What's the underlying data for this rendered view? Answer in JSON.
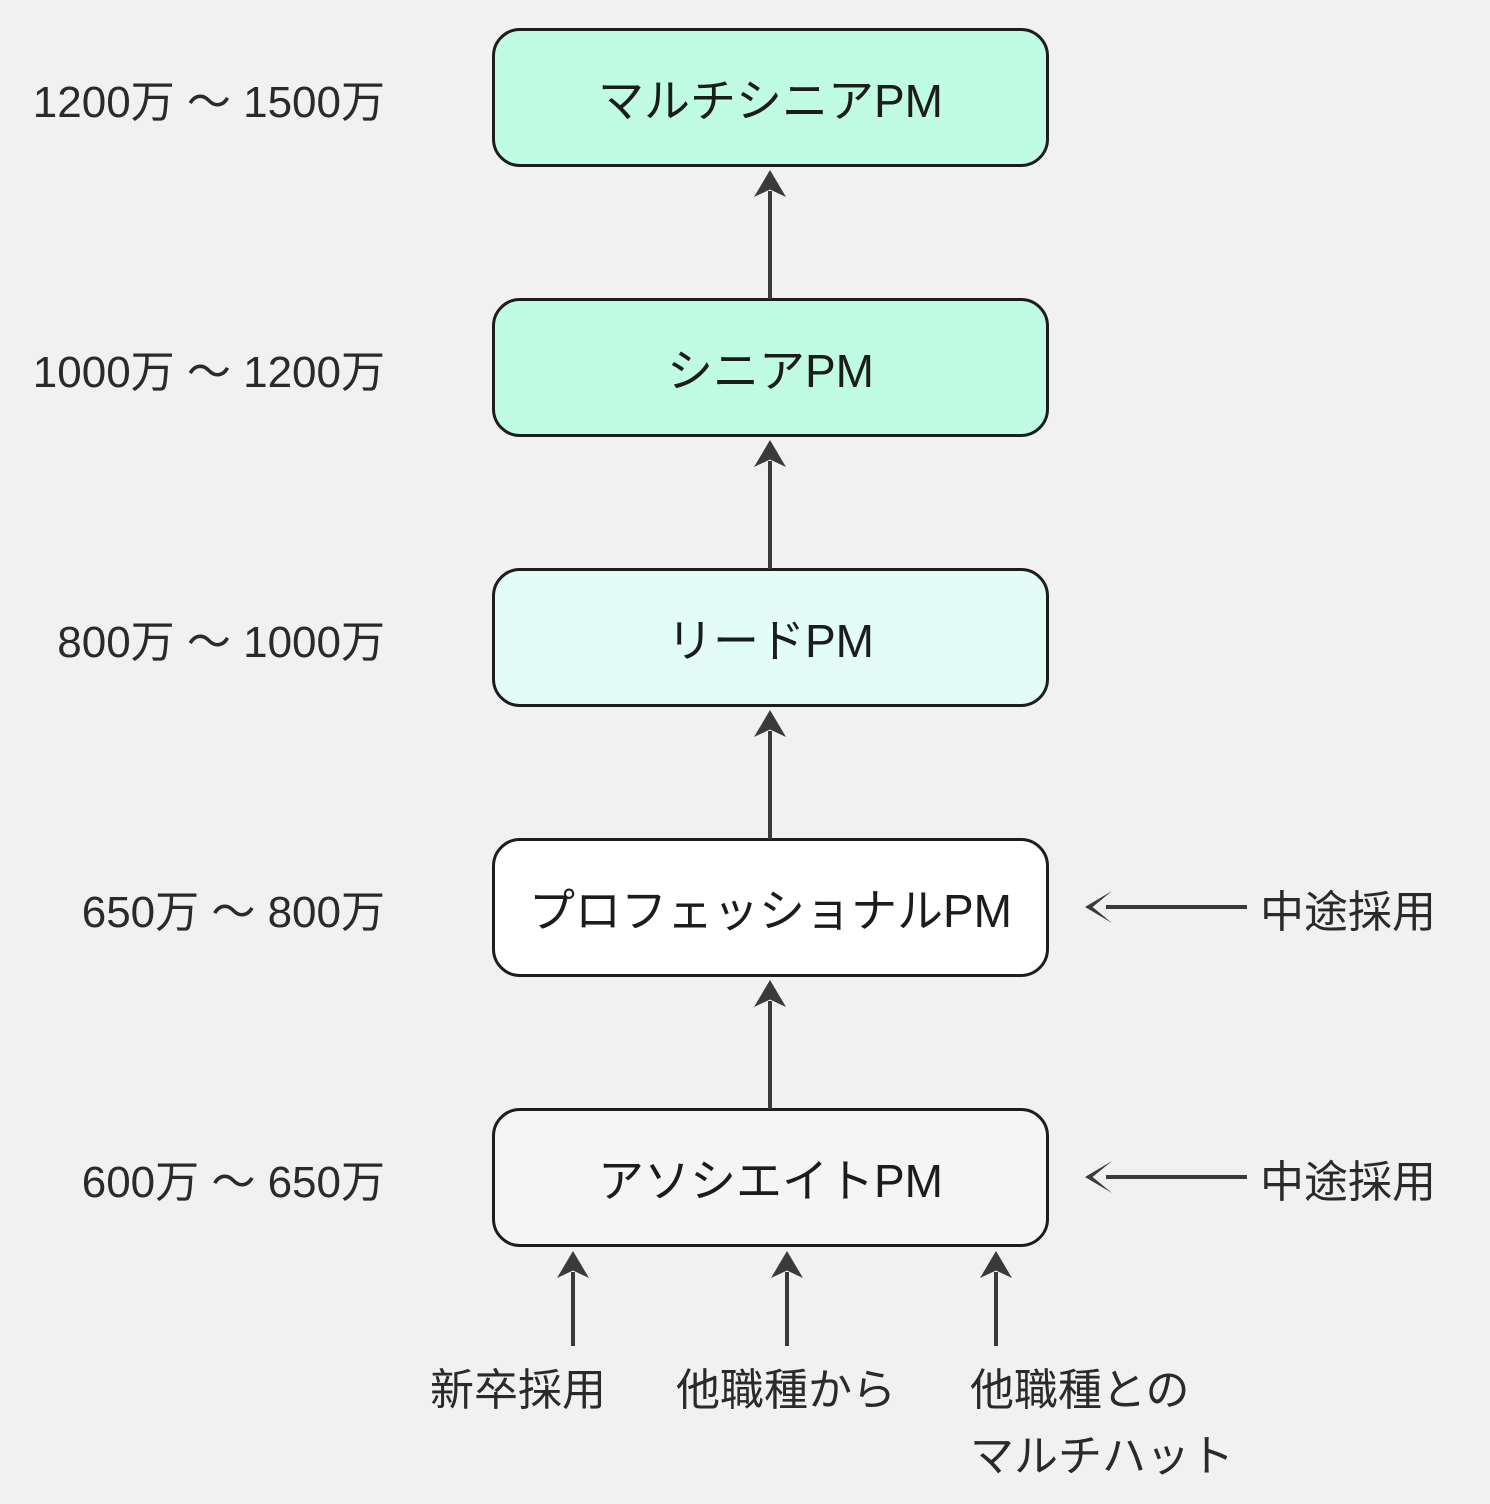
{
  "diagram": {
    "title_implicit": "PM career ladder with salary ranges",
    "levels": [
      {
        "id": "multi-senior-pm",
        "label": "マルチシニアPM",
        "salary": "1200万 〜 1500万",
        "fill": "#c0fbe4"
      },
      {
        "id": "senior-pm",
        "label": "シニアPM",
        "salary": "1000万 〜 1200万",
        "fill": "#c0fbe4"
      },
      {
        "id": "lead-pm",
        "label": "リードPM",
        "salary": "800万 〜 1000万",
        "fill": "#e2fcf7"
      },
      {
        "id": "professional-pm",
        "label": "プロフェッショナルPM",
        "salary": "650万 〜 800万",
        "fill": "#ffffff",
        "side_note": "中途採用"
      },
      {
        "id": "associate-pm",
        "label": "アソシエイトPM",
        "salary": "600万 〜 650万",
        "fill": "#f5f5f6",
        "side_note": "中途採用"
      }
    ],
    "entry_paths": [
      {
        "label": "新卒採用"
      },
      {
        "label": "他職種から"
      },
      {
        "label_line1": "他職種との",
        "label_line2": "マルチハット"
      }
    ],
    "colors": {
      "background": "#f1f1f2",
      "node_border": "#1d1d1d",
      "arrow": "#3a3a3a",
      "node_mint": "#c0fbe4",
      "node_light_mint": "#e2fcf7",
      "node_white": "#ffffff",
      "node_gray": "#f5f5f6",
      "text": "#2a2a2a"
    }
  }
}
